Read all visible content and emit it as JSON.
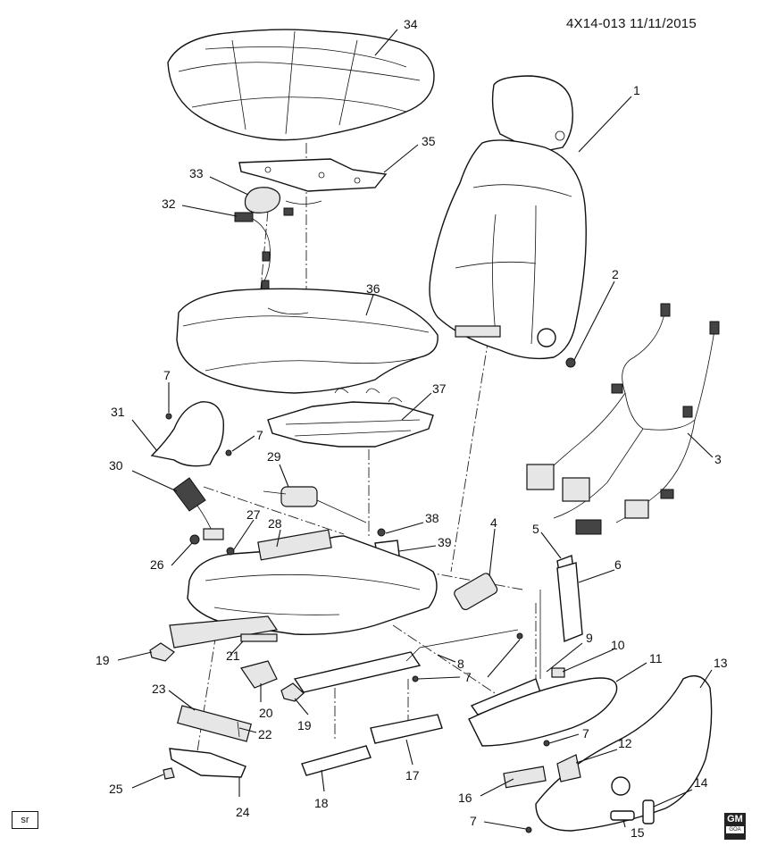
{
  "header": {
    "diagram_code": "4X14-013 11/11/2015"
  },
  "footer": {
    "sr_label": "sr",
    "brand_top": "GM",
    "brand_sub": "GOA"
  },
  "callouts": [
    {
      "id": "c34",
      "label": "34"
    },
    {
      "id": "c1",
      "label": "1"
    },
    {
      "id": "c35",
      "label": "35"
    },
    {
      "id": "c33",
      "label": "33"
    },
    {
      "id": "c32",
      "label": "32"
    },
    {
      "id": "c2",
      "label": "2"
    },
    {
      "id": "c36",
      "label": "36"
    },
    {
      "id": "c3",
      "label": "3"
    },
    {
      "id": "c7a",
      "label": "7"
    },
    {
      "id": "c37",
      "label": "37"
    },
    {
      "id": "c31",
      "label": "31"
    },
    {
      "id": "c7b",
      "label": "7"
    },
    {
      "id": "c30",
      "label": "30"
    },
    {
      "id": "c29",
      "label": "29"
    },
    {
      "id": "c4",
      "label": "4"
    },
    {
      "id": "c5",
      "label": "5"
    },
    {
      "id": "c38",
      "label": "38"
    },
    {
      "id": "c27",
      "label": "27"
    },
    {
      "id": "c28",
      "label": "28"
    },
    {
      "id": "c39",
      "label": "39"
    },
    {
      "id": "c6",
      "label": "6"
    },
    {
      "id": "c26",
      "label": "26"
    },
    {
      "id": "c9",
      "label": "9"
    },
    {
      "id": "c10",
      "label": "10"
    },
    {
      "id": "c11",
      "label": "11"
    },
    {
      "id": "c13",
      "label": "13"
    },
    {
      "id": "c19a",
      "label": "19"
    },
    {
      "id": "c21",
      "label": "21"
    },
    {
      "id": "c8",
      "label": "8"
    },
    {
      "id": "c7c",
      "label": "7"
    },
    {
      "id": "c23",
      "label": "23"
    },
    {
      "id": "c20",
      "label": "20"
    },
    {
      "id": "c19b",
      "label": "19"
    },
    {
      "id": "c22",
      "label": "22"
    },
    {
      "id": "c7d",
      "label": "7"
    },
    {
      "id": "c12",
      "label": "12"
    },
    {
      "id": "c25",
      "label": "25"
    },
    {
      "id": "c16",
      "label": "16"
    },
    {
      "id": "c14",
      "label": "14"
    },
    {
      "id": "c18",
      "label": "18"
    },
    {
      "id": "c17",
      "label": "17"
    },
    {
      "id": "c24",
      "label": "24"
    },
    {
      "id": "c7e",
      "label": "7"
    },
    {
      "id": "c15",
      "label": "15"
    }
  ]
}
